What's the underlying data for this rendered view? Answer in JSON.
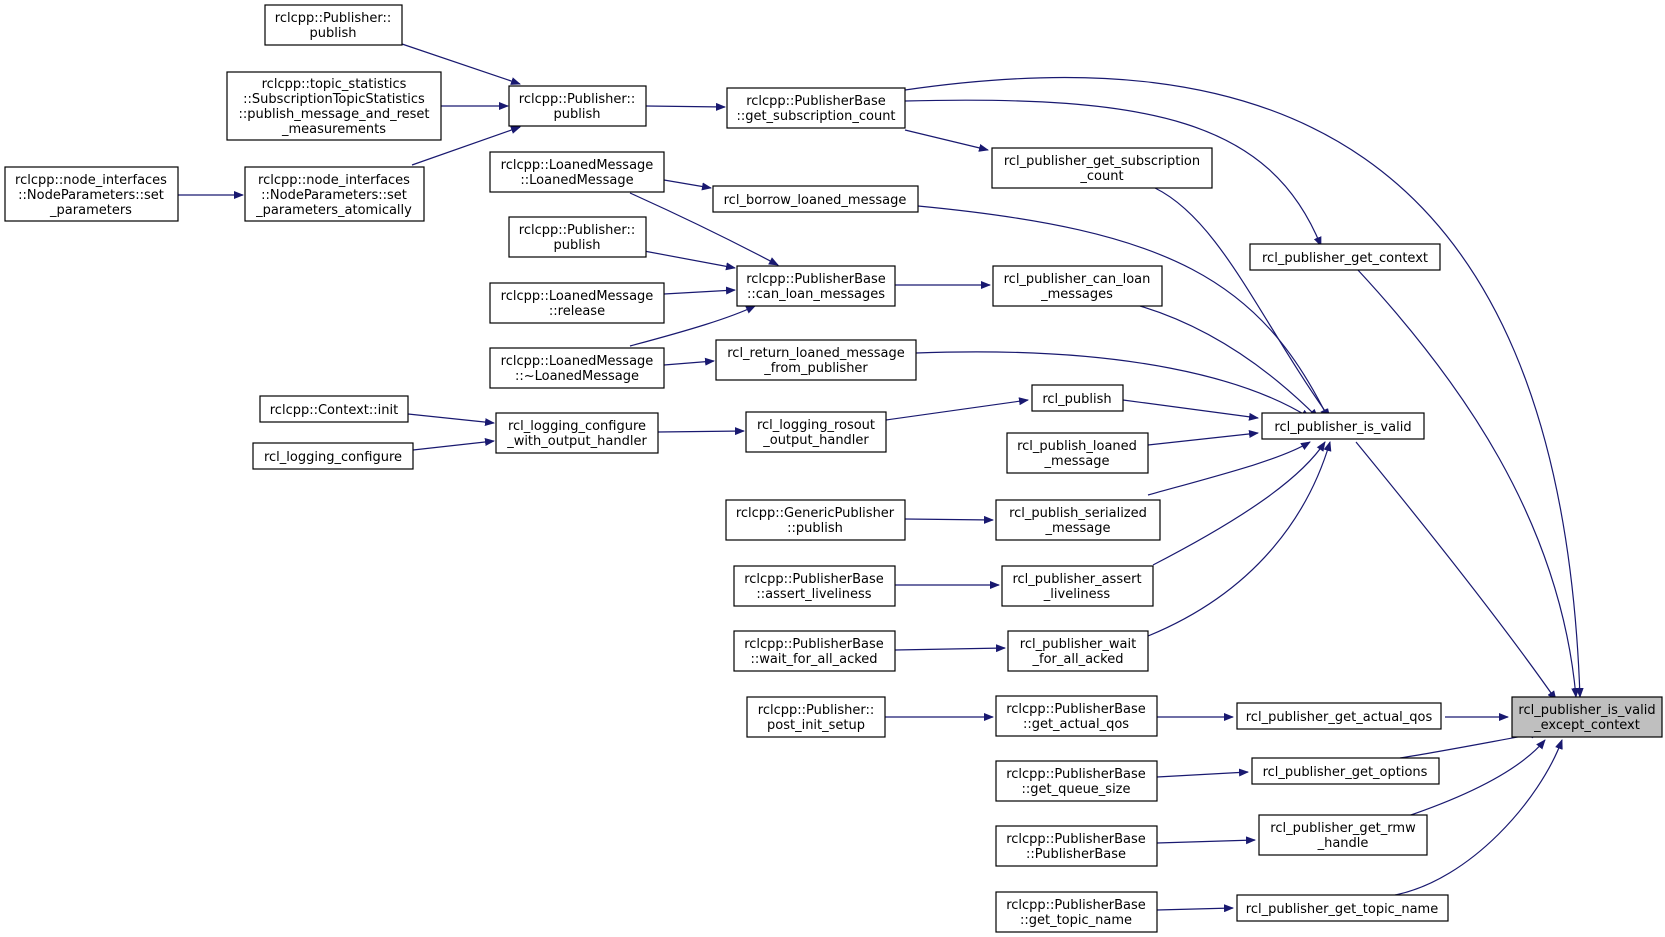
{
  "nodes": {
    "target": [
      "rcl_publisher_is_valid",
      "_except_context"
    ],
    "is_valid": [
      "rcl_publisher_is_valid"
    ],
    "get_actual_qos": [
      "rcl_publisher_get_actual_qos"
    ],
    "get_options": [
      "rcl_publisher_get_options"
    ],
    "get_rmw_handle": [
      "rcl_publisher_get_rmw",
      "_handle"
    ],
    "get_topic_name": [
      "rcl_publisher_get_topic_name"
    ],
    "get_context": [
      "rcl_publisher_get_context"
    ],
    "pb_get_sub_count": [
      "rclcpp::PublisherBase",
      "::get_subscription_count"
    ],
    "get_sub_count": [
      "rcl_publisher_get_subscription",
      "_count"
    ],
    "borrow_loaned": [
      "rcl_borrow_loaned_message"
    ],
    "can_loan": [
      "rcl_publisher_can_loan",
      "_messages"
    ],
    "return_loaned": [
      "rcl_return_loaned_message",
      "_from_publisher"
    ],
    "publish": [
      "rcl_publish"
    ],
    "publish_loaned": [
      "rcl_publish_loaned",
      "_message"
    ],
    "publish_serialized": [
      "rcl_publish_serialized",
      "_message"
    ],
    "assert_liveliness": [
      "rcl_publisher_assert",
      "_liveliness"
    ],
    "wait_for_all_acked": [
      "rcl_publisher_wait",
      "_for_all_acked"
    ],
    "pb_get_actual_qos": [
      "rclcpp::PublisherBase",
      "::get_actual_qos"
    ],
    "pb_get_queue_size": [
      "rclcpp::PublisherBase",
      "::get_queue_size"
    ],
    "pb_ctor": [
      "rclcpp::PublisherBase",
      "::PublisherBase"
    ],
    "pb_get_topic_name": [
      "rclcpp::PublisherBase",
      "::get_topic_name"
    ],
    "pb_post_init": [
      "rclcpp::Publisher::",
      "post_init_setup"
    ],
    "pb_can_loan": [
      "rclcpp::PublisherBase",
      "::can_loan_messages"
    ],
    "pb_assert": [
      "rclcpp::PublisherBase",
      "::assert_liveliness"
    ],
    "pb_wait": [
      "rclcpp::PublisherBase",
      "::wait_for_all_acked"
    ],
    "generic_publish": [
      "rclcpp::GenericPublisher",
      "::publish"
    ],
    "rosout_handler": [
      "rcl_logging_rosout",
      "_output_handler"
    ],
    "logging_cfg_output": [
      "rcl_logging_configure",
      "_with_output_handler"
    ],
    "context_init": [
      "rclcpp::Context::init"
    ],
    "logging_configure": [
      "rcl_logging_configure"
    ],
    "publisher_publish_mid": [
      "rclcpp::Publisher::",
      "publish"
    ],
    "publisher_publish_top": [
      "rclcpp::Publisher::",
      "publish"
    ],
    "topic_stats": [
      "rclcpp::topic_statistics",
      "::SubscriptionTopicStatistics",
      "::publish_message_and_reset",
      "_measurements"
    ],
    "np_set_atomic": [
      "rclcpp::node_interfaces",
      "::NodeParameters::set",
      "_parameters_atomically"
    ],
    "np_set": [
      "rclcpp::node_interfaces",
      "::NodeParameters::set",
      "_parameters"
    ],
    "lm_ctor": [
      "rclcpp::LoanedMessage",
      "::LoanedMessage"
    ],
    "publisher_publish_lm": [
      "rclcpp::Publisher::",
      "publish"
    ],
    "lm_release": [
      "rclcpp::LoanedMessage",
      "::release"
    ],
    "lm_dtor": [
      "rclcpp::LoanedMessage",
      "::~LoanedMessage"
    ]
  },
  "colors": {
    "edge": "#191970",
    "focus_fill": "#bfbfbf",
    "node_fill": "#ffffff",
    "node_border": "#000000"
  }
}
